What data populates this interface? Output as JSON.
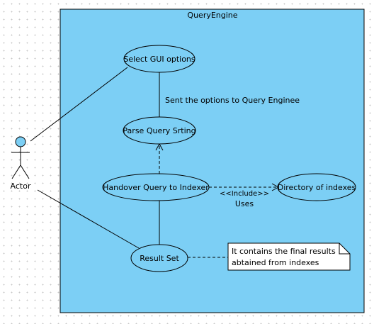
{
  "diagram": {
    "system_boundary": {
      "title": "QueryEngine"
    },
    "actor": {
      "label": "Actor"
    },
    "use_cases": {
      "select_gui": "Select GUI options",
      "parse_query": "Parse Query Srting",
      "handover": "Handover Query to Indexer",
      "directory": "Directory of indexes",
      "result_set": "Result Set"
    },
    "connector_labels": {
      "sent_options": "Sent the options to Query Enginee",
      "include_stereotype": "<<Include>>",
      "uses": "Uses"
    },
    "note": {
      "line1": "It contains the final results",
      "line2": "abtained from indexes"
    },
    "colors": {
      "boundary_fill": "#7ccff5",
      "actor_head": "#7ccff5",
      "note_fill": "#ffffff",
      "line": "#000000"
    }
  }
}
